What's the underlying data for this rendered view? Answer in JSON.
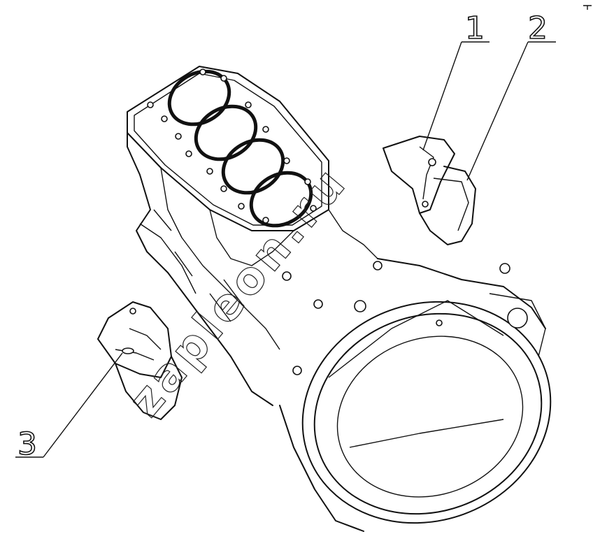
{
  "callouts": [
    {
      "id": "1",
      "label": "1"
    },
    {
      "id": "2",
      "label": "2"
    },
    {
      "id": "3",
      "label": "3"
    }
  ],
  "watermark": "zapleon.ru",
  "colors": {
    "line": "#111111",
    "background": "#ffffff"
  }
}
